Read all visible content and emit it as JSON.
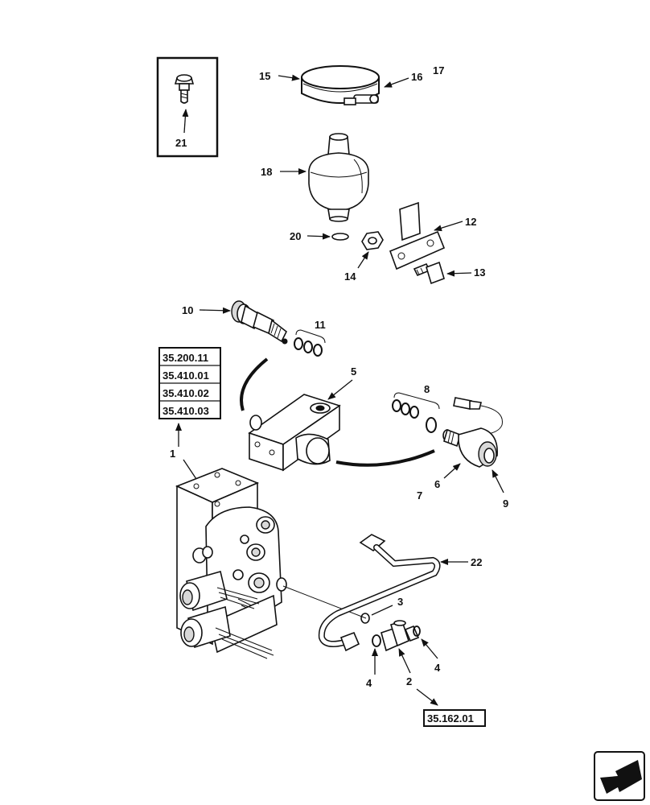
{
  "callouts": {
    "c1": "1",
    "c2": "2",
    "c3": "3",
    "c4a": "4",
    "c4b": "4",
    "c5": "5",
    "c6": "6",
    "c7": "7",
    "c8": "8",
    "c9": "9",
    "c10": "10",
    "c11": "11",
    "c12": "12",
    "c13": "13",
    "c14": "14",
    "c15": "15",
    "c16": "16",
    "c17": "17",
    "c18": "18",
    "c20": "20",
    "c21": "21",
    "c22": "22"
  },
  "references": {
    "r1": "35.200.11",
    "r2": "35.410.01",
    "r3": "35.410.02",
    "r4": "35.410.03",
    "r5": "35.162.01"
  },
  "nav_icon": "next-page-arrow-icon"
}
